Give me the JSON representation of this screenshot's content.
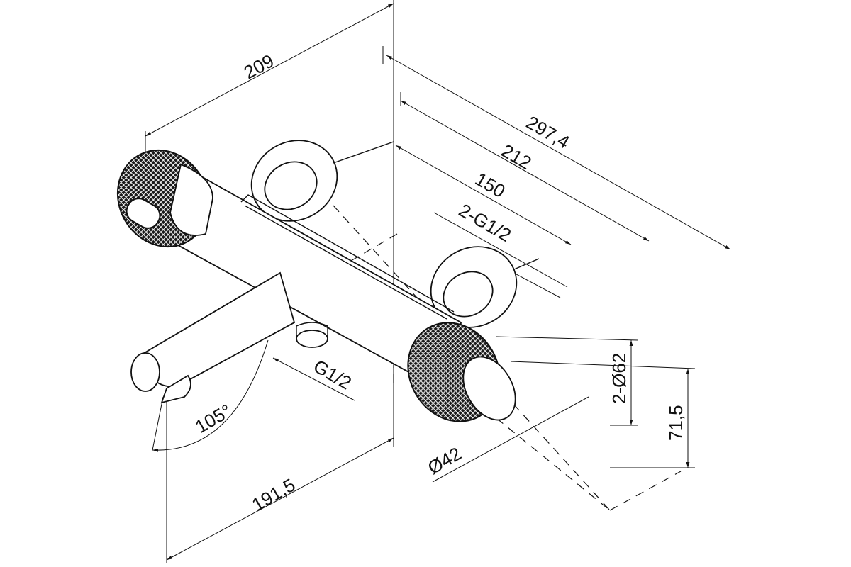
{
  "title": "Bath/shower mixer technical drawing",
  "dimensions": {
    "d209": "209",
    "d297": "297,4",
    "d212": "212",
    "d150": "150",
    "dg12_pair": "2-G1/2",
    "d62_pair": "2-Ø62",
    "d71": "71,5",
    "d42": "Ø42",
    "dg12": "G1/2",
    "angle": "105°",
    "d191": "191,5"
  }
}
